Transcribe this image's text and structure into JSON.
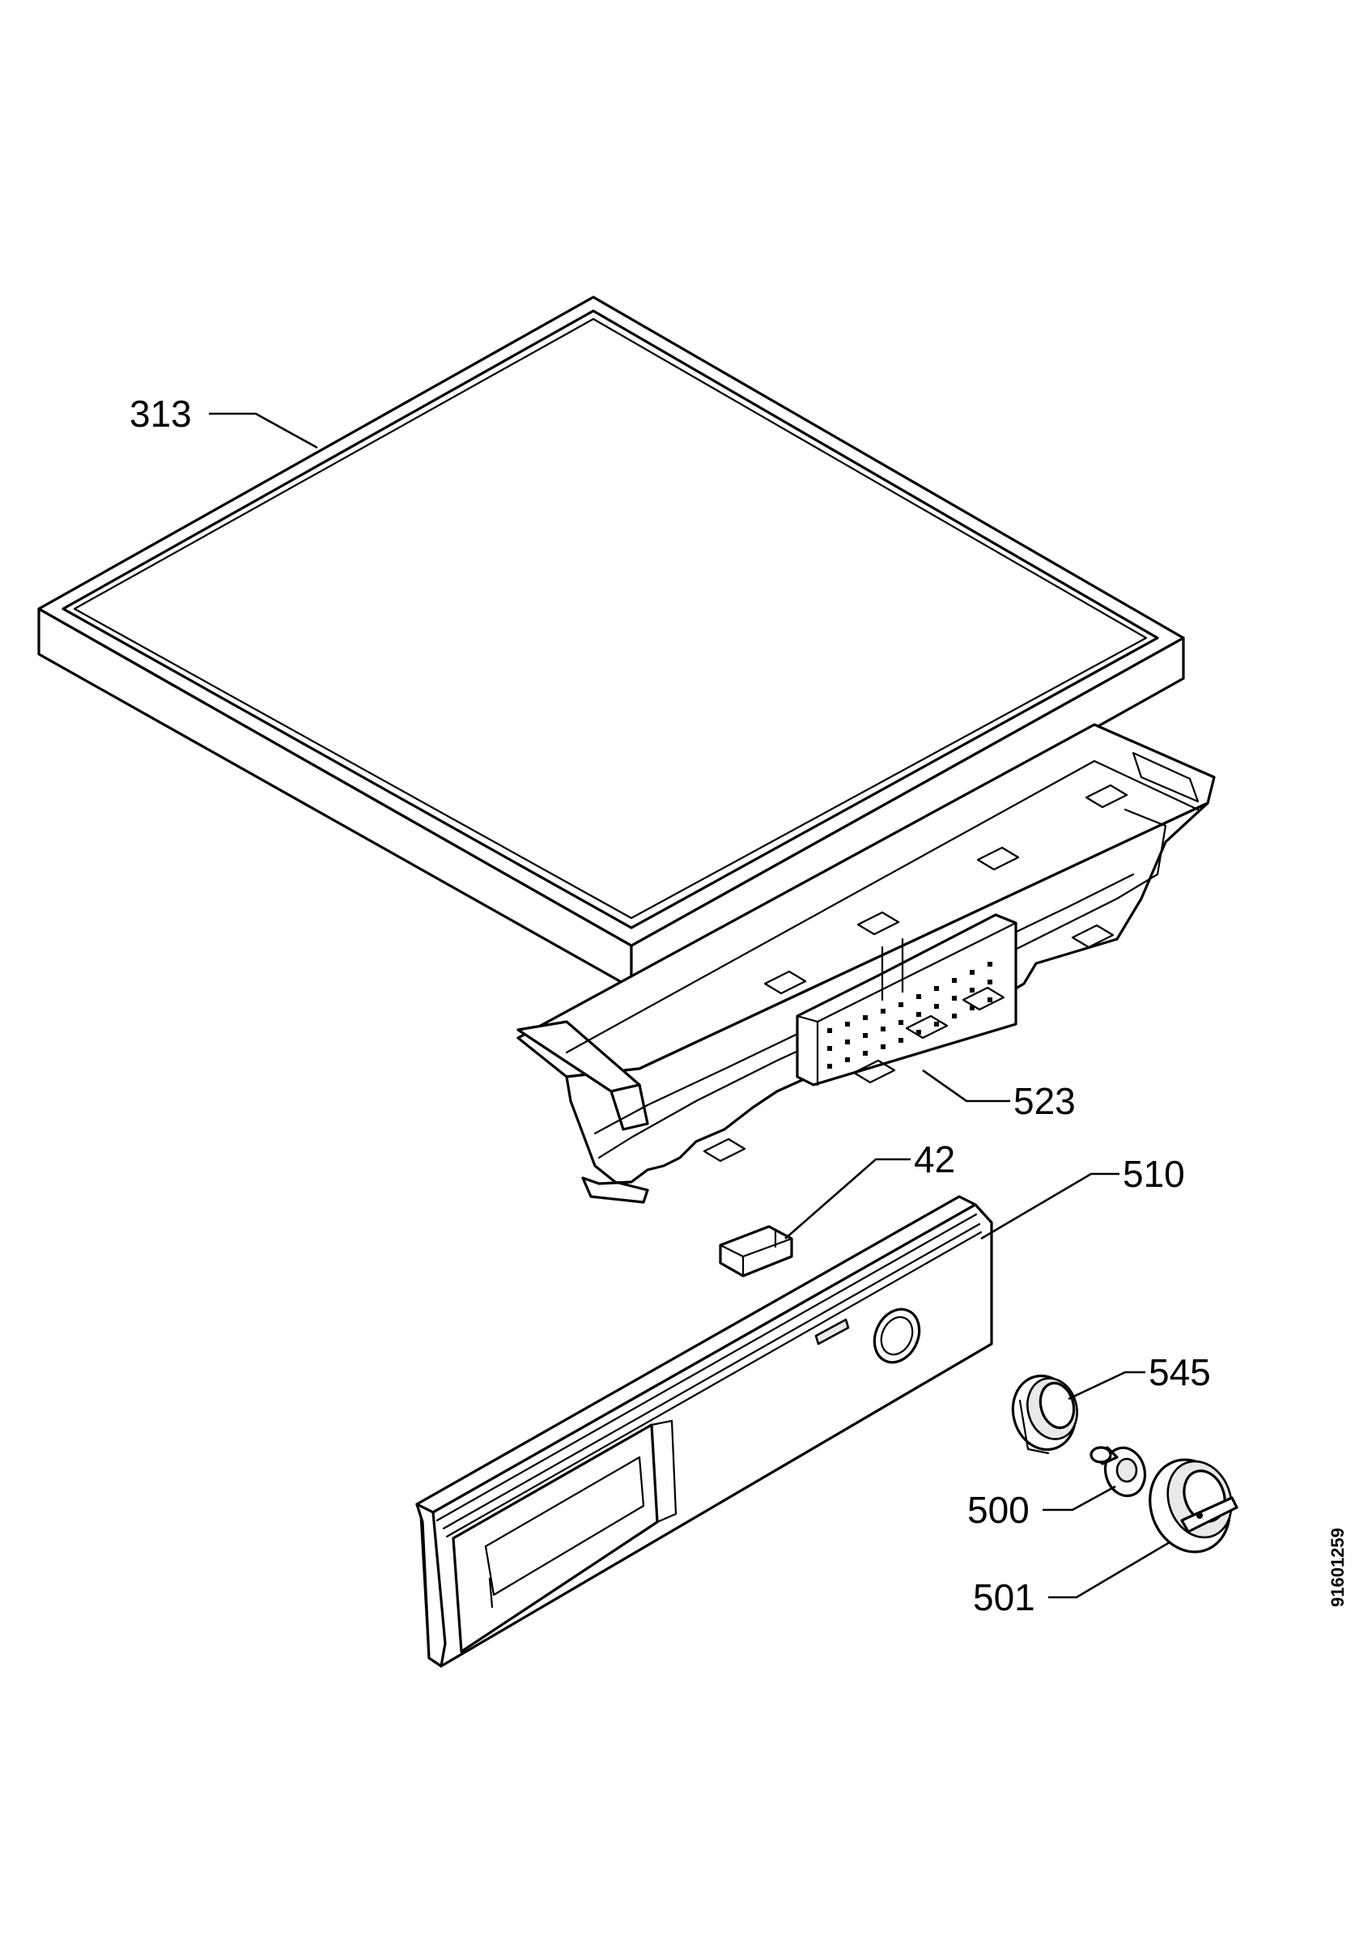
{
  "drawing_number": "91601259",
  "parts": [
    {
      "id": "lid",
      "number": "313"
    },
    {
      "id": "dispenser-housing",
      "number": "523"
    },
    {
      "id": "clip",
      "number": "42"
    },
    {
      "id": "control-panel",
      "number": "510"
    },
    {
      "id": "knob-bezel",
      "number": "545"
    },
    {
      "id": "knob-spindle",
      "number": "500"
    },
    {
      "id": "knob",
      "number": "501"
    }
  ]
}
